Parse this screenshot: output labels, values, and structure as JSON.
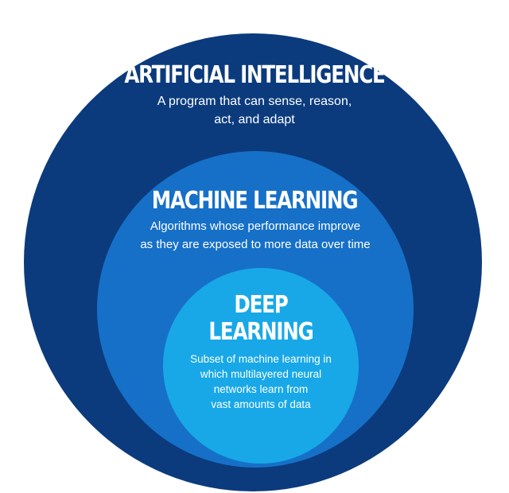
{
  "colors": {
    "ai_circle": "#0b3b7d",
    "ml_circle": "#1670c8",
    "dl_circle": "#18a8e8",
    "text": "#ffffff"
  },
  "ai": {
    "title": "ARTIFICIAL INTELLIGENCE",
    "description": "A program that can sense, reason,\nact, and adapt"
  },
  "ml": {
    "title": "MACHINE LEARNING",
    "description": "Algorithms whose performance improve\nas they are exposed to more data over time"
  },
  "dl": {
    "title_line1": "DEEP",
    "title_line2": "LEARNING",
    "description": "Subset of machine learning in\nwhich multilayered neural\nnetworks learn from\nvast amounts of data"
  }
}
